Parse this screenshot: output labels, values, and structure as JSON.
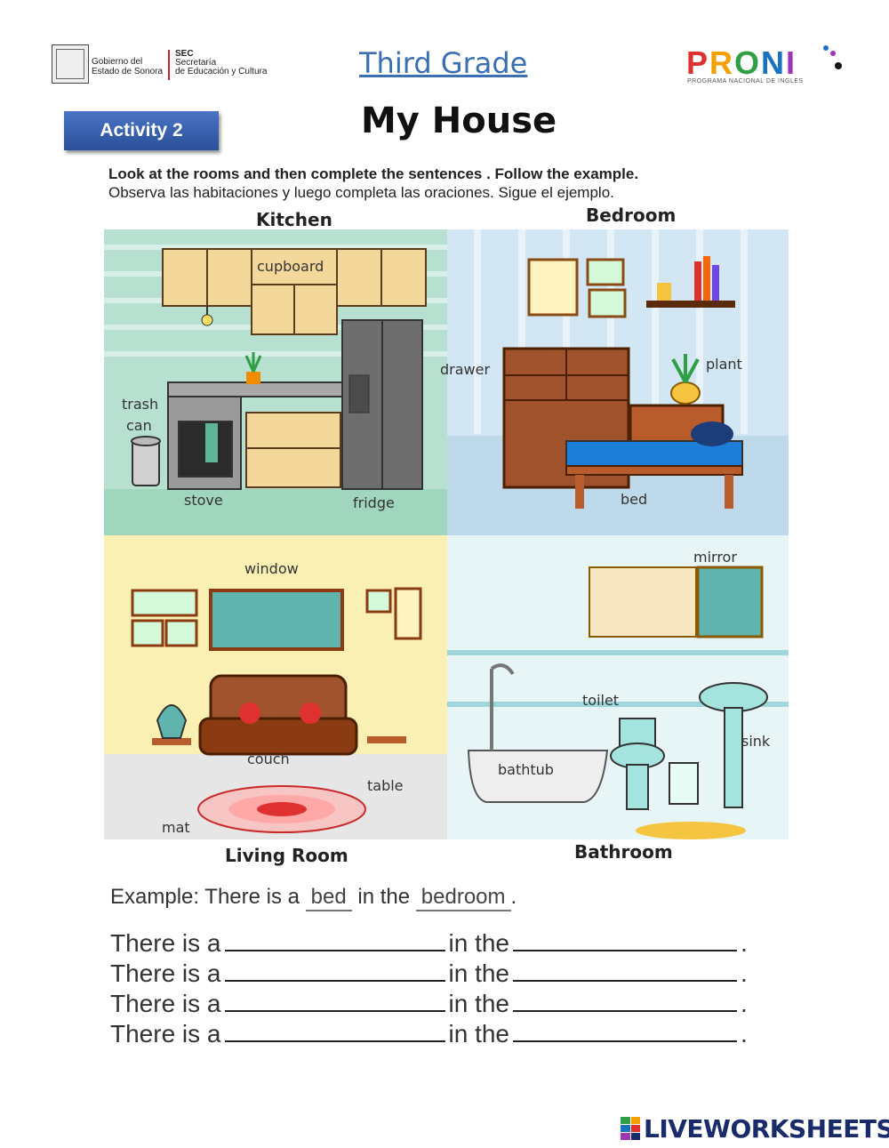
{
  "header": {
    "gov_line1": "Gobierno del",
    "gov_line2": "Estado de Sonora",
    "sec_line1": "SEC",
    "sec_line2": "Secretaría",
    "sec_line3": "de Educación y Cultura",
    "grade_title": "Third Grade",
    "proni_p": "P",
    "proni_r": "R",
    "proni_o": "O",
    "proni_n": "N",
    "proni_i": "I",
    "proni_subtitle": "PROGRAMA NACIONAL DE INGLES"
  },
  "activity_label": "Activity 2",
  "page_title": "My House",
  "instructions": {
    "english": "Look at the rooms and then complete the sentences . Follow the example.",
    "spanish": "Observa las habitaciones y luego completa las oraciones. Sigue el ejemplo."
  },
  "rooms": {
    "kitchen": {
      "title": "Kitchen",
      "labels": {
        "cupboard": "cupboard",
        "trash1": "trash",
        "trash2": "can",
        "stove": "stove",
        "fridge": "fridge"
      }
    },
    "bedroom": {
      "title": "Bedroom",
      "labels": {
        "drawer": "drawer",
        "plant": "plant",
        "bed": "bed"
      }
    },
    "living_room": {
      "title": "Living Room",
      "labels": {
        "window": "window",
        "couch": "couch",
        "table": "table",
        "mat": "mat"
      }
    },
    "bathroom": {
      "title": "Bathroom",
      "labels": {
        "mirror": "mirror",
        "toilet": "toilet",
        "sink": "sink",
        "bathtub": "bathtub"
      }
    }
  },
  "example": {
    "prefix": "Example: There is a",
    "answer1": "bed",
    "middle": "in the",
    "answer2": "bedroom",
    "suffix": "."
  },
  "sentences": [
    {
      "start": "There is a",
      "middle": "in the",
      "end": "."
    },
    {
      "start": "There is a",
      "middle": "in the",
      "end": "."
    },
    {
      "start": "There is a",
      "middle": "in the",
      "end": "."
    },
    {
      "start": "There is a",
      "middle": "in the",
      "end": "."
    }
  ],
  "footer": {
    "brand": "LIVEWORKSHEETS"
  },
  "colors": {
    "grade_blue": "#3a6fb5",
    "activity_blue": "#3a62b0",
    "kitchen_bg": "#b7e0d2",
    "bedroom_bg": "#cfe6f5",
    "living_bg": "#fbf0b4",
    "bathroom_bg": "#e6f4f6"
  }
}
